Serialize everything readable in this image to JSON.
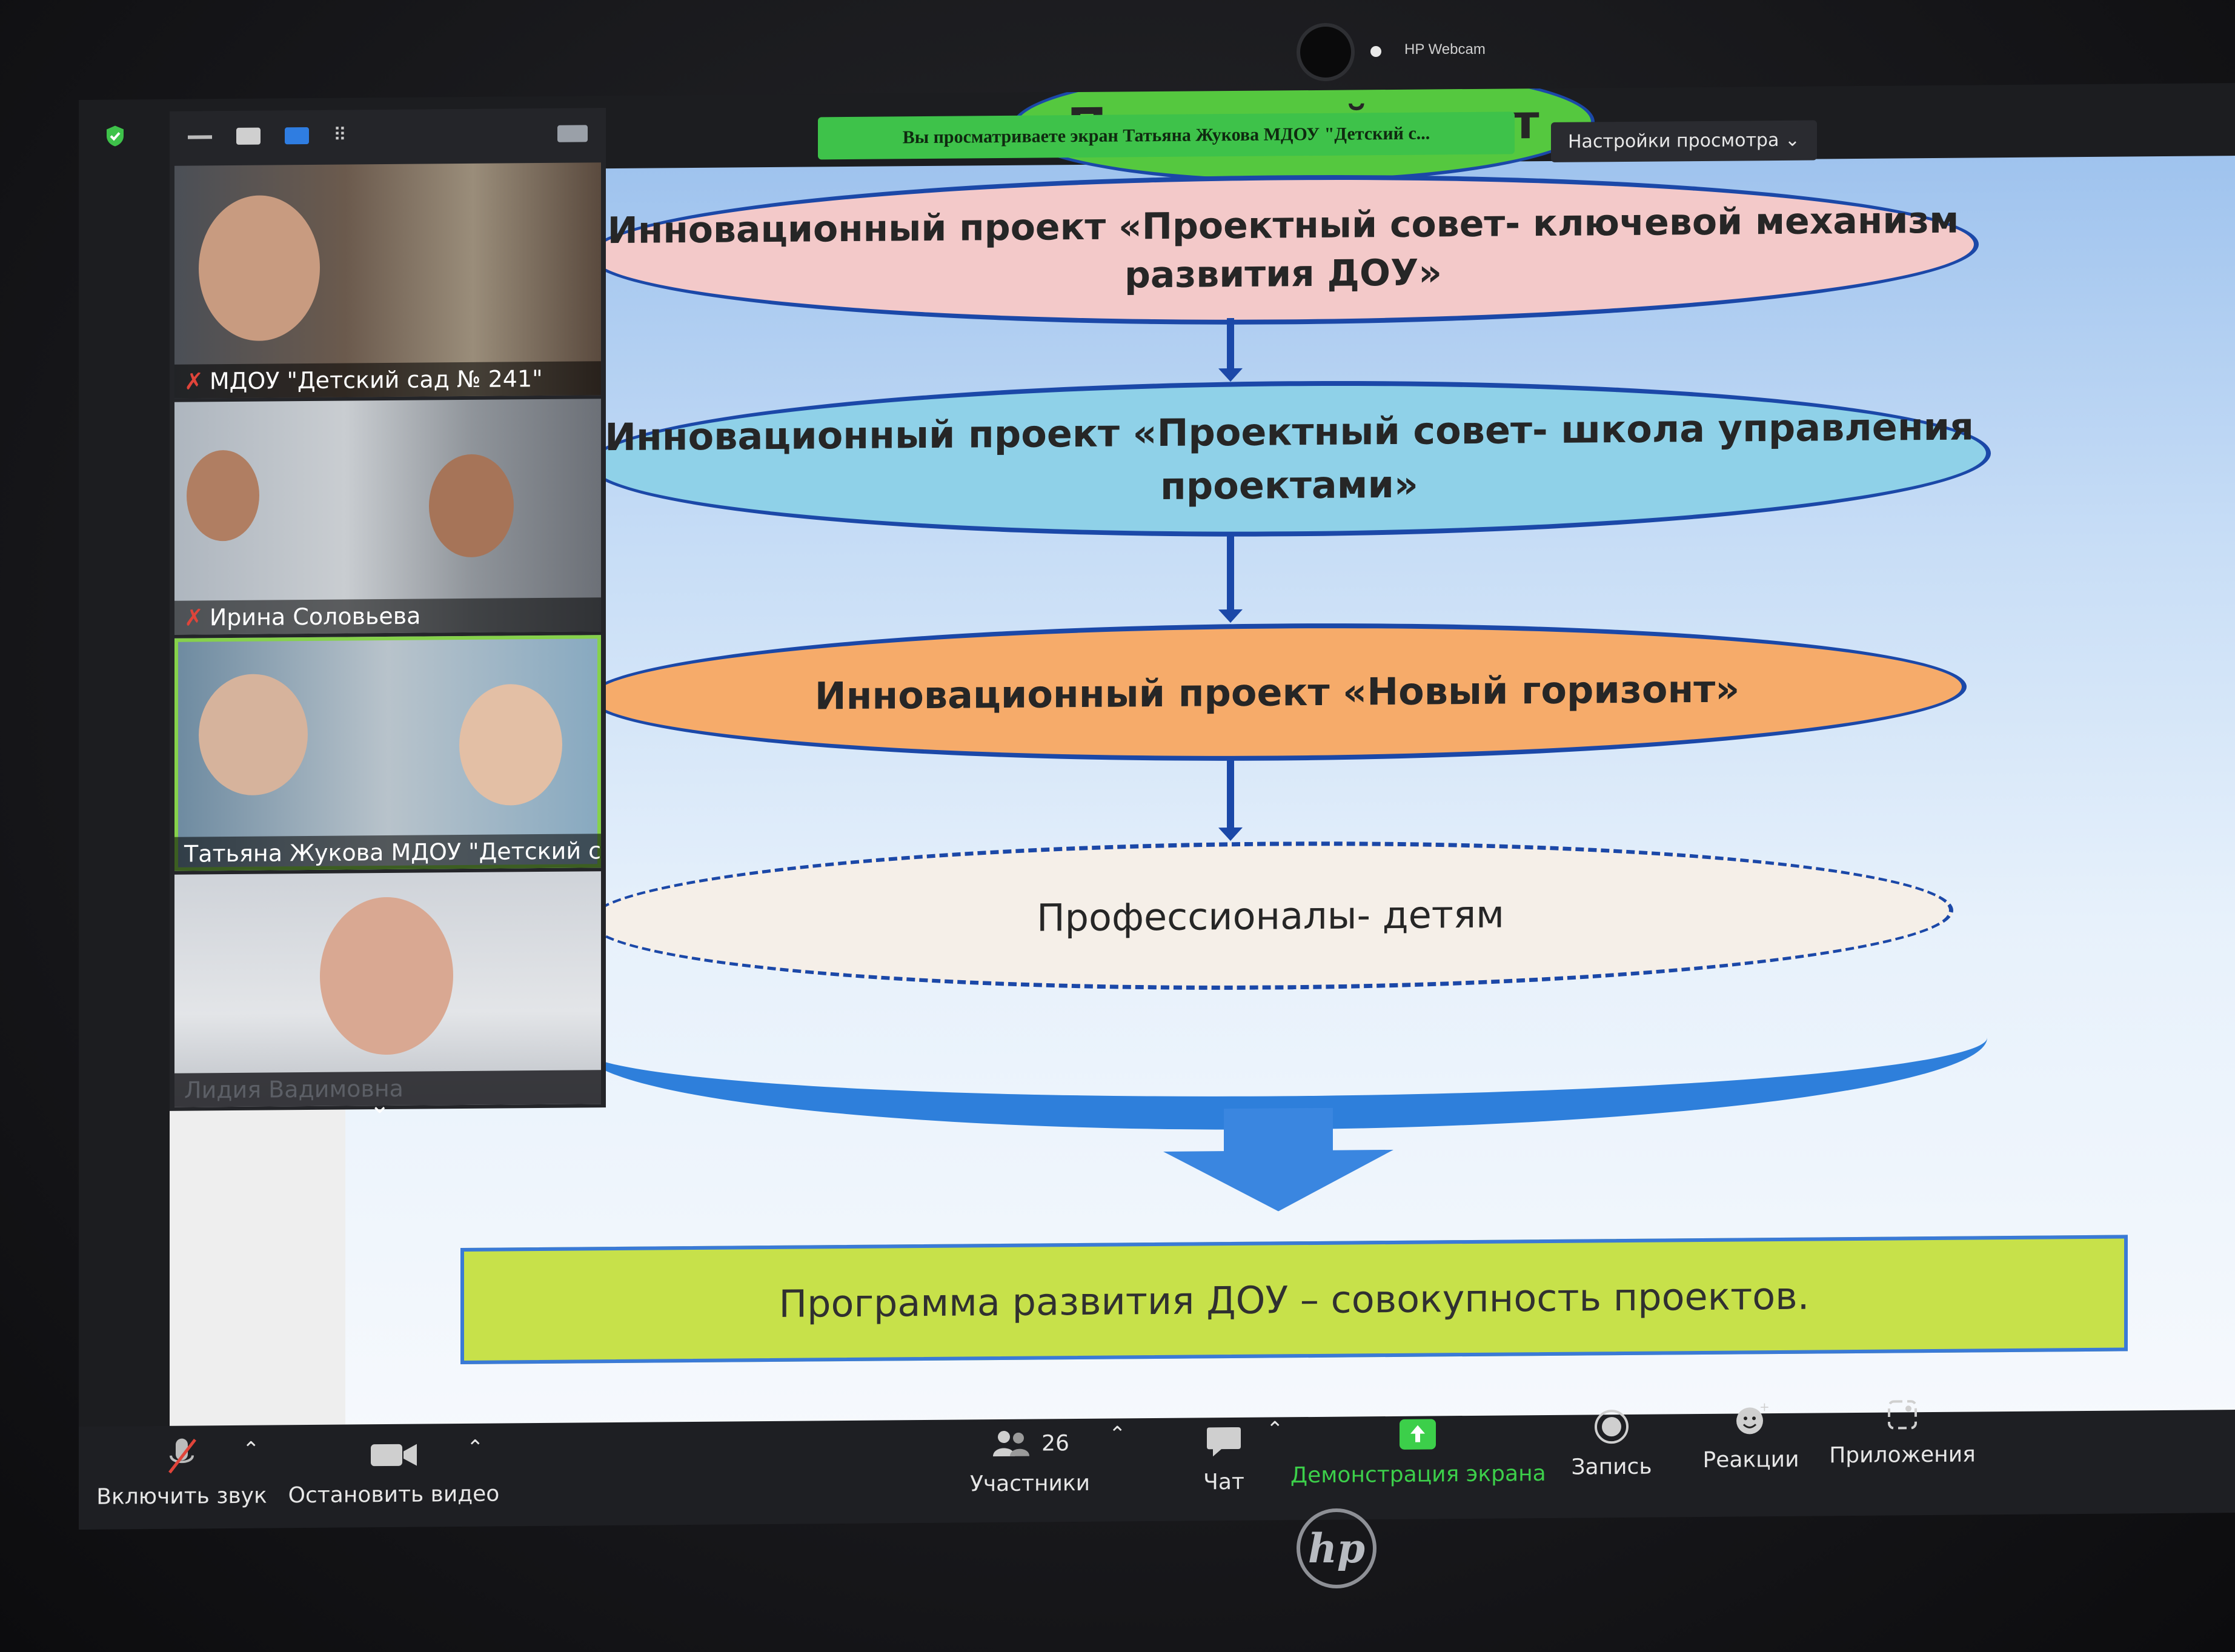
{
  "webcam": {
    "label": "HP Webcam"
  },
  "share_notice": "Вы просматриваете экран Татьяна Жукова МДОУ \"Детский с...",
  "view_settings": "Настройки просмотра",
  "slide": {
    "top_ellipse": "Проектный совет",
    "stage1": "Инновационный проект «Проектный совет- ключевой механизм развития ДОУ»",
    "stage2": "Инновационный проект «Проектный совет- школа управления проектами»",
    "stage3": "Инновационный проект «Новый горизонт»",
    "stage4": "Профессионалы- детям",
    "program": "Программа развития ДОУ – совокупность проектов."
  },
  "participants": [
    {
      "name": "МДОУ \"Детский сад № 241\"",
      "muted": true
    },
    {
      "name": "Ирина Соловьева",
      "muted": true
    },
    {
      "name": "Татьяна Жукова МДОУ \"Детский с...",
      "muted": false
    },
    {
      "name": "Лидия Вадимовна",
      "muted": false
    }
  ],
  "toolbar": {
    "unmute": "Включить звук",
    "stop_video": "Остановить видео",
    "participants_count": "26",
    "participants": "Участники",
    "chat": "Чат",
    "share_screen": "Демонстрация экрана",
    "record": "Запись",
    "reactions": "Реакции",
    "apps": "Приложения"
  },
  "brand": "hp",
  "colors": {
    "share_green": "#3ec24a",
    "active_speaker": "#86d14b",
    "muted_red": "#e0443a"
  }
}
